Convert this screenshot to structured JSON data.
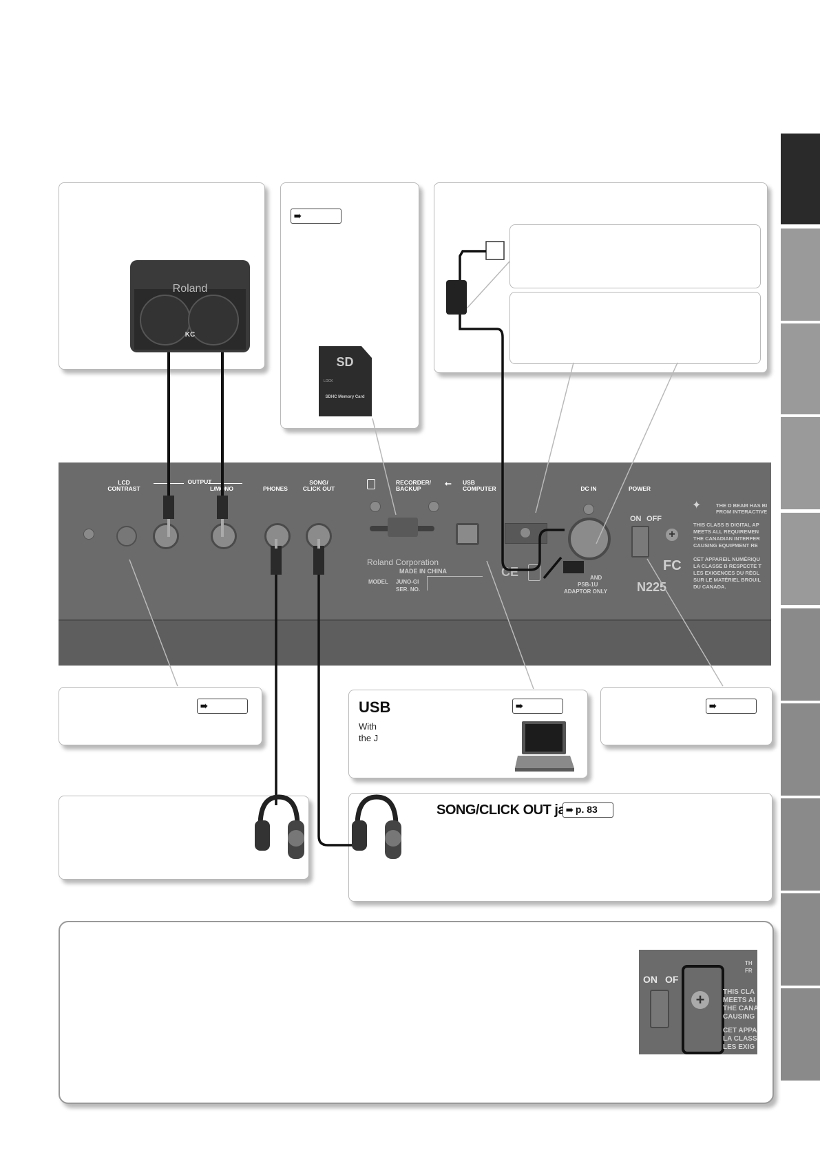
{
  "side_tabs": [
    {
      "id": "tab-1",
      "active": true
    },
    {
      "id": "tab-2"
    },
    {
      "id": "tab-3"
    },
    {
      "id": "tab-4"
    },
    {
      "id": "tab-5"
    },
    {
      "id": "tab-6"
    },
    {
      "id": "tab-7"
    },
    {
      "id": "tab-8"
    },
    {
      "id": "tab-9"
    },
    {
      "id": "tab-10"
    }
  ],
  "amp": {
    "brand": "Roland",
    "model": "KC"
  },
  "sd_card": {
    "label": "SDHC Memory Card",
    "logo": "SD",
    "lock": "LOCK"
  },
  "panel": {
    "lcd_contrast": "LCD\nCONTRAST",
    "output": "OUTPUT",
    "output_lr": "L/MONO",
    "phones": "PHONES",
    "song_click_out": "SONG/\nCLICK OUT",
    "recorder_backup": "RECORDER/\nBACKUP",
    "usb_computer": "USB\nCOMPUTER",
    "dc_in": "DC IN",
    "power": "POWER",
    "on": "ON",
    "off": "OFF",
    "maker": "Roland Corporation",
    "made_in": "MADE IN CHINA",
    "model_label": "MODEL",
    "model_value": "JUNO-GI",
    "serial_label": "SER. NO.",
    "adaptor_line1": "AND",
    "adaptor_line2": "PSB-1U",
    "adaptor_line3": "ADAPTOR ONLY",
    "notice_1": "THE D BEAM HAS BI\nFROM INTERACTIVE",
    "notice_2": "THIS CLASS B DIGITAL AP\nMEETS ALL REQUIREMEN\nTHE CANADIAN INTERFER\nCAUSING EQUIPMENT RE",
    "notice_3": "CET APPAREIL NUMÉRIQU\nLA CLASSE B RESPECTE T\nLES EXIGENCES DU RÈGL\nSUR LE MATÉRIEL BROUIL\nDU CANADA.",
    "fcc": "FC",
    "ce": "CE",
    "n_mark": "N225"
  },
  "usb_box": {
    "title": "USB",
    "line1": "With",
    "line2": "the J"
  },
  "song_box": {
    "title": "SONG/CLICK OUT jack",
    "ref": "p. 83"
  },
  "bottom_inset": {
    "on": "ON",
    "off": "OF",
    "notice_1": "TH\nFR",
    "notice_2": "THIS CLA\nMEETS AI\nTHE CANA\nCAUSING",
    "notice_3": "CET APPA\nLA CLASS\nLES EXIG"
  },
  "colors": {
    "panel": "#6b6b6b",
    "tab_active": "#2a2a2a",
    "tab": "#9a9a9a"
  }
}
